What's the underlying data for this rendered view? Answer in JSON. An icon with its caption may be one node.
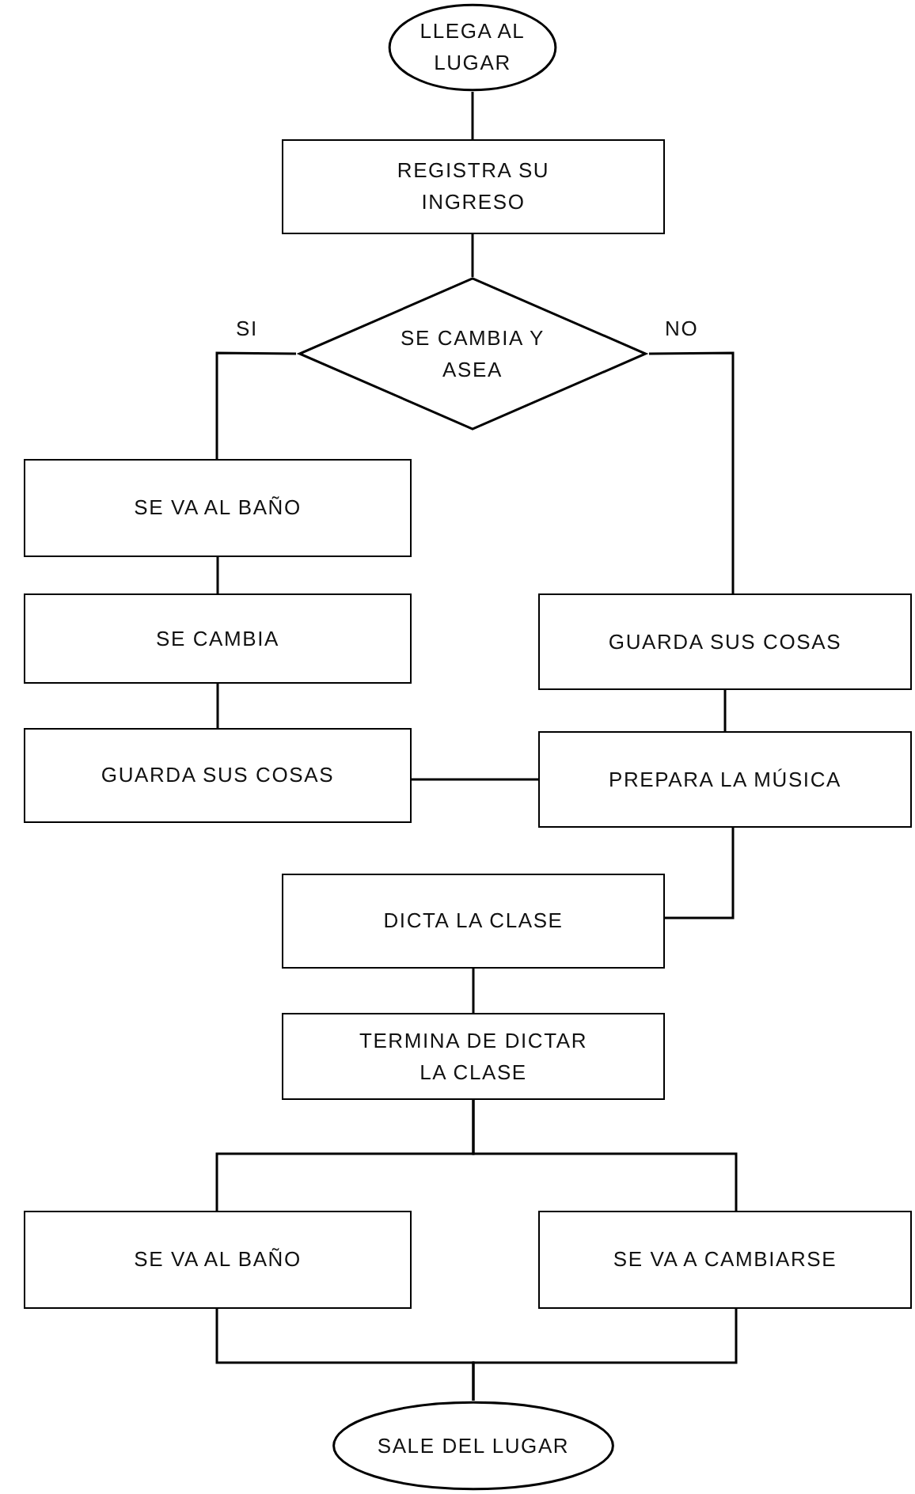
{
  "diagram": {
    "nodes": [
      {
        "text": [
          "LLEGA AL LUGAR"
        ]
      },
      {
        "text": [
          "REGISTRA SU INGRESO"
        ]
      },
      {
        "text": [
          "SE CAMBIA Y ASEA"
        ]
      },
      {
        "text": [
          "SE VA AL BAÑO"
        ]
      },
      {
        "text": [
          "SE CAMBIA"
        ]
      },
      {
        "text": [
          "GUARDA SUS COSAS"
        ]
      },
      {
        "text": [
          "GUARDA SUS COSAS"
        ]
      },
      {
        "text": [
          "PREPARA LA MÚSICA"
        ]
      },
      {
        "text": [
          "DICTA LA CLASE"
        ]
      },
      {
        "text": [
          "TERMINA DE DICTAR LA CLASE"
        ]
      },
      {
        "text": [
          "SE VA AL BAÑO"
        ]
      },
      {
        "text": [
          "SE VA A CAMBIARSE"
        ]
      },
      {
        "text": [
          "SALE DEL LUGAR"
        ]
      }
    ],
    "edges": [
      {
        "from": 0,
        "to": 1,
        "arrow": "none"
      },
      {
        "from": 1,
        "to": 2,
        "arrow": "none"
      },
      {
        "from": 2,
        "to": 3,
        "label": "SI",
        "arrow": "none"
      },
      {
        "from": 2,
        "to": 6,
        "label": "NO",
        "arrow": "none"
      },
      {
        "from": 3,
        "to": 4,
        "arrow": "none"
      },
      {
        "from": 4,
        "to": 5,
        "arrow": "none"
      },
      {
        "from": 5,
        "to": 7,
        "arrow": "none"
      },
      {
        "from": 6,
        "to": 7,
        "arrow": "none"
      },
      {
        "from": 7,
        "to": 8,
        "arrow": "none"
      },
      {
        "from": 8,
        "to": 9,
        "arrow": "none"
      },
      {
        "from": 9,
        "to": 10,
        "arrow": "none"
      },
      {
        "from": 9,
        "to": 11,
        "arrow": "none"
      },
      {
        "from": 10,
        "to": 12,
        "arrow": "none"
      },
      {
        "from": 11,
        "to": 12,
        "arrow": "none"
      }
    ]
  }
}
